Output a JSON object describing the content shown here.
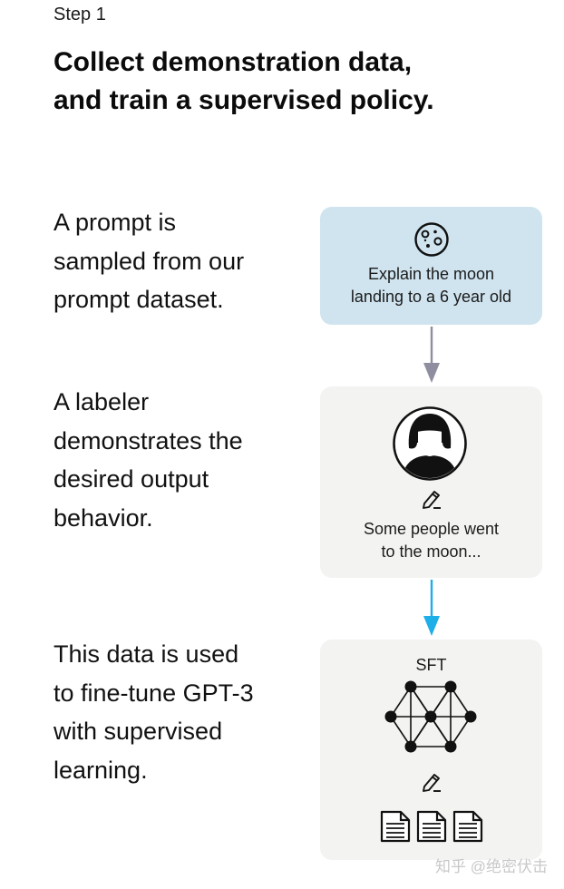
{
  "step_label": "Step 1",
  "title": "Collect demonstration data,\nand train a supervised policy.",
  "descriptions": [
    "A prompt is\nsampled from our\nprompt dataset.",
    "A labeler\ndemonstrates the\ndesired output\nbehavior.",
    "This data is used\nto fine-tune GPT-3\nwith supervised\nlearning."
  ],
  "prompt_box": {
    "text": "Explain the moon\nlanding to a 6 year old",
    "icon": "moon-icon"
  },
  "demo_box": {
    "text": "Some people went\nto the moon...",
    "icons": [
      "labeler-avatar-icon",
      "pencil-icon"
    ]
  },
  "sft_box": {
    "label": "SFT",
    "icons": [
      "neural-network-icon",
      "pencil-icon",
      "document-icon"
    ]
  },
  "colors": {
    "prompt_box_bg": "#cfe4ef",
    "demo_box_bg": "#f3f3f1",
    "arrow_gray": "#8e8ea0",
    "arrow_blue": "#1eaee8"
  },
  "watermark": "知乎 @绝密伏击"
}
